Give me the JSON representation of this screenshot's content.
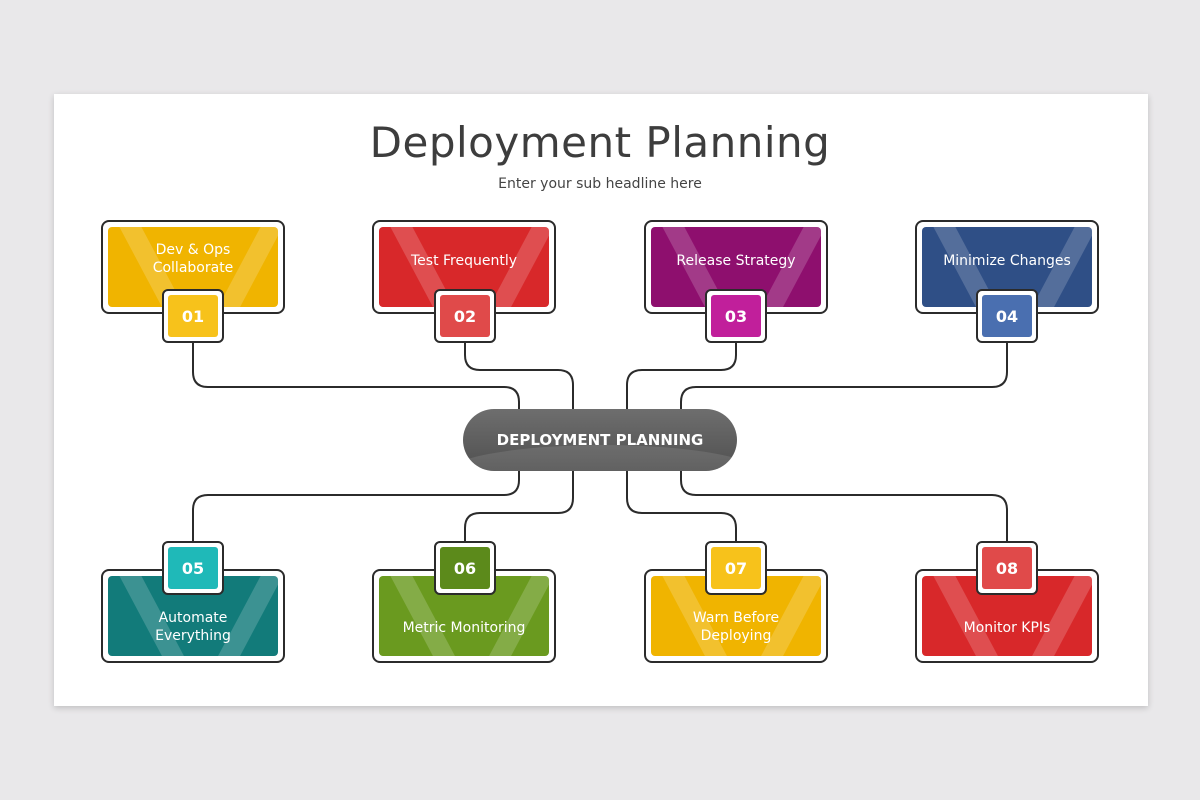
{
  "title": "Deployment Planning",
  "subtitle": "Enter your sub headline here",
  "center_label": "DEPLOYMENT PLANNING",
  "steps": [
    {
      "number": "01",
      "label": "Dev & Ops\nCollaborate",
      "color": "#f0b400",
      "badge_color": "#f7c21b"
    },
    {
      "number": "02",
      "label": "Test Frequently",
      "color": "#d8282a",
      "badge_color": "#e04a4a"
    },
    {
      "number": "03",
      "label": "Release Strategy",
      "color": "#8e0f6e",
      "badge_color": "#c11f9b"
    },
    {
      "number": "04",
      "label": "Minimize  Changes",
      "color": "#2f4f86",
      "badge_color": "#4a6fb0"
    },
    {
      "number": "05",
      "label": "Automate\nEverything",
      "color": "#127b7a",
      "badge_color": "#1fb9b8"
    },
    {
      "number": "06",
      "label": "Metric Monitoring",
      "color": "#6a9a1f",
      "badge_color": "#5c8a1b"
    },
    {
      "number": "07",
      "label": "Warn Before\nDeploying",
      "color": "#f0b400",
      "badge_color": "#f7c21b"
    },
    {
      "number": "08",
      "label": "Monitor  KPIs",
      "color": "#d8282a",
      "badge_color": "#e04a4a"
    }
  ]
}
